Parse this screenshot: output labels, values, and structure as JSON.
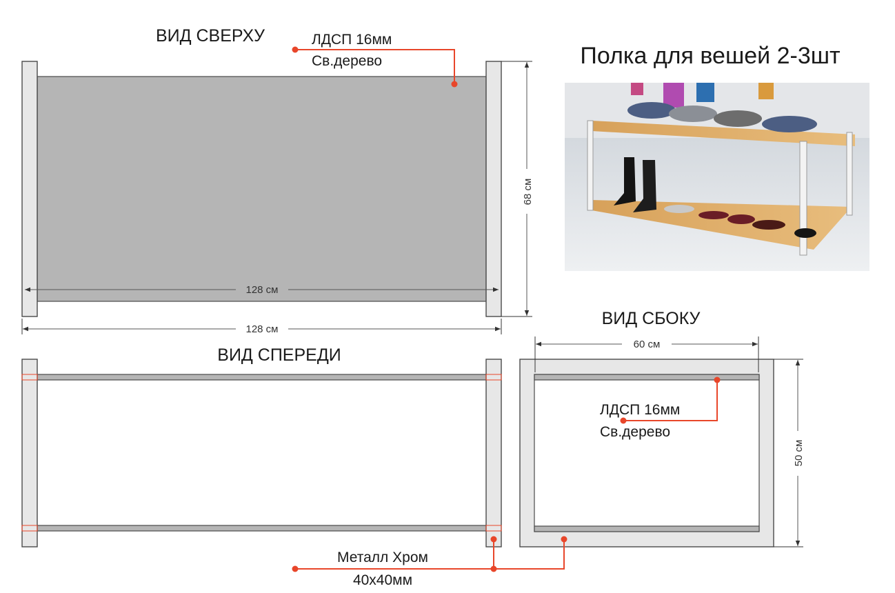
{
  "title": "Полка для вешей 2-3шт",
  "views": {
    "top": "ВИД СВЕРХУ",
    "front": "ВИД СПЕРЕДИ",
    "side": "ВИД СБОКУ"
  },
  "materials": {
    "top_shelf": {
      "line1": "ЛДСП 16мм",
      "line2": "Св.дерево"
    },
    "side_shelf": {
      "line1": "ЛДСП 16мм",
      "line2": "Св.дерево"
    },
    "frame": {
      "line1": "Металл Хром",
      "line2": "40х40мм"
    }
  },
  "dimensions": {
    "top_inner_width": "128 см",
    "top_outer_width": "128 см",
    "depth": "68 см",
    "side_width": "60 см",
    "height": "50 см"
  },
  "colors": {
    "leader": "#e8462a",
    "shelf_board": "#b5b5b5",
    "frame": "#e7e7e7"
  }
}
